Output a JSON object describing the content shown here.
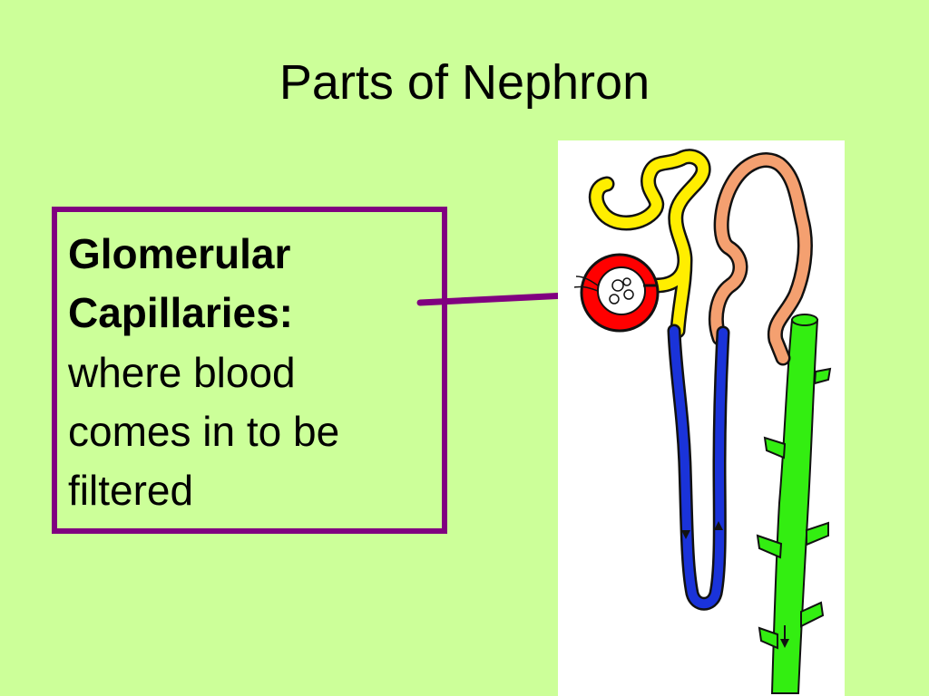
{
  "slide": {
    "title": "Parts of Nephron",
    "callout": {
      "term_line1": "Glomerular",
      "term_line2": "Capillaries:",
      "desc_line1": "where blood",
      "desc_line2": "comes in to be",
      "desc_line3": "filtered"
    },
    "colors": {
      "background": "#ccff99",
      "callout_border": "#800080",
      "arrow": "#800080",
      "glomerulus": "#ff0000",
      "proximal_tubule": "#ffee00",
      "loop_of_henle": "#1a33d9",
      "distal_tubule": "#f4a070",
      "collecting_duct": "#33ee11"
    }
  }
}
